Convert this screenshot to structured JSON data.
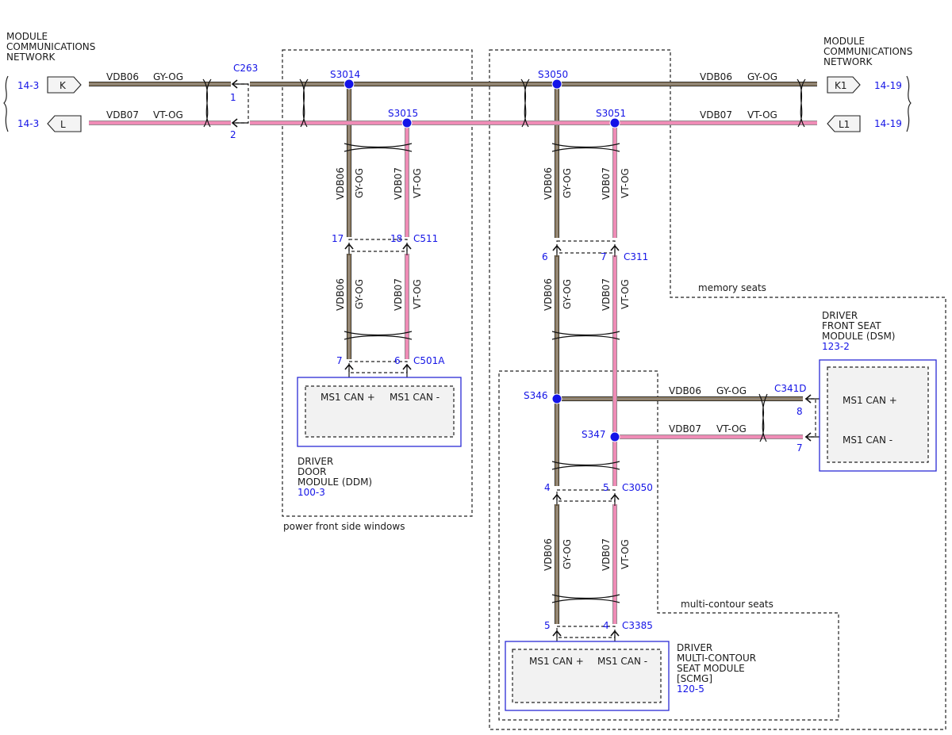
{
  "network_left": {
    "line1": "MODULE",
    "line2": "COMMUNICATIONS",
    "line3": "NETWORK"
  },
  "network_right": {
    "line1": "MODULE",
    "line2": "COMMUNICATIONS",
    "line3": "NETWORK"
  },
  "page_refs": {
    "left_k": "14-3",
    "left_l": "14-3",
    "right_k1": "14-19",
    "right_l1": "14-19"
  },
  "connector_tags": {
    "k": "K",
    "l": "L",
    "k1": "K1",
    "l1": "L1"
  },
  "circuits": {
    "can_plus": "VDB06",
    "can_minus": "VDB07"
  },
  "colors": {
    "can_plus_color": "GY-OG",
    "can_minus_color": "VT-OG",
    "gy_og_base": "#c3a576",
    "vt_og_base": "#ef8cb6",
    "ref_blue": "#1414e6"
  },
  "splices": {
    "s3014": "S3014",
    "s3015": "S3015",
    "s3050": "S3050",
    "s3051": "S3051",
    "s346": "S346",
    "s347": "S347"
  },
  "connectors": {
    "c263": {
      "name": "C263",
      "pin_plus": "1",
      "pin_minus": "2"
    },
    "c511": {
      "name": "C511",
      "pin_plus": "17",
      "pin_minus": "18"
    },
    "c501a": {
      "name": "C501A",
      "pin_plus": "7",
      "pin_minus": "6"
    },
    "c311": {
      "name": "C311",
      "pin_plus": "6",
      "pin_minus": "7"
    },
    "c341d": {
      "name": "C341D",
      "pin_plus": "8",
      "pin_minus": "7"
    },
    "c3050": {
      "name": "C3050",
      "pin_plus": "4",
      "pin_minus": "5"
    },
    "c3385": {
      "name": "C3385",
      "pin_plus": "5",
      "pin_minus": "4"
    }
  },
  "modules": {
    "ddm": {
      "line1": "DRIVER",
      "line2": "DOOR",
      "line3": "MODULE (DDM)",
      "ref": "100-3",
      "pin_plus": "MS1 CAN +",
      "pin_minus": "MS1 CAN -"
    },
    "dsm": {
      "line1": "DRIVER",
      "line2": "FRONT SEAT",
      "line3": "MODULE (DSM)",
      "ref": "123-2",
      "pin_plus": "MS1 CAN +",
      "pin_minus": "MS1 CAN -"
    },
    "scmg": {
      "line1": "DRIVER",
      "line2": "MULTI-CONTOUR",
      "line3": "SEAT MODULE",
      "line4": "[SCMG]",
      "ref": "120-5",
      "pin_plus": "MS1 CAN +",
      "pin_minus": "MS1 CAN -"
    }
  },
  "option_labels": {
    "power_windows": "power front side windows",
    "memory_seats": "memory seats",
    "multi_contour": "multi-contour seats"
  }
}
